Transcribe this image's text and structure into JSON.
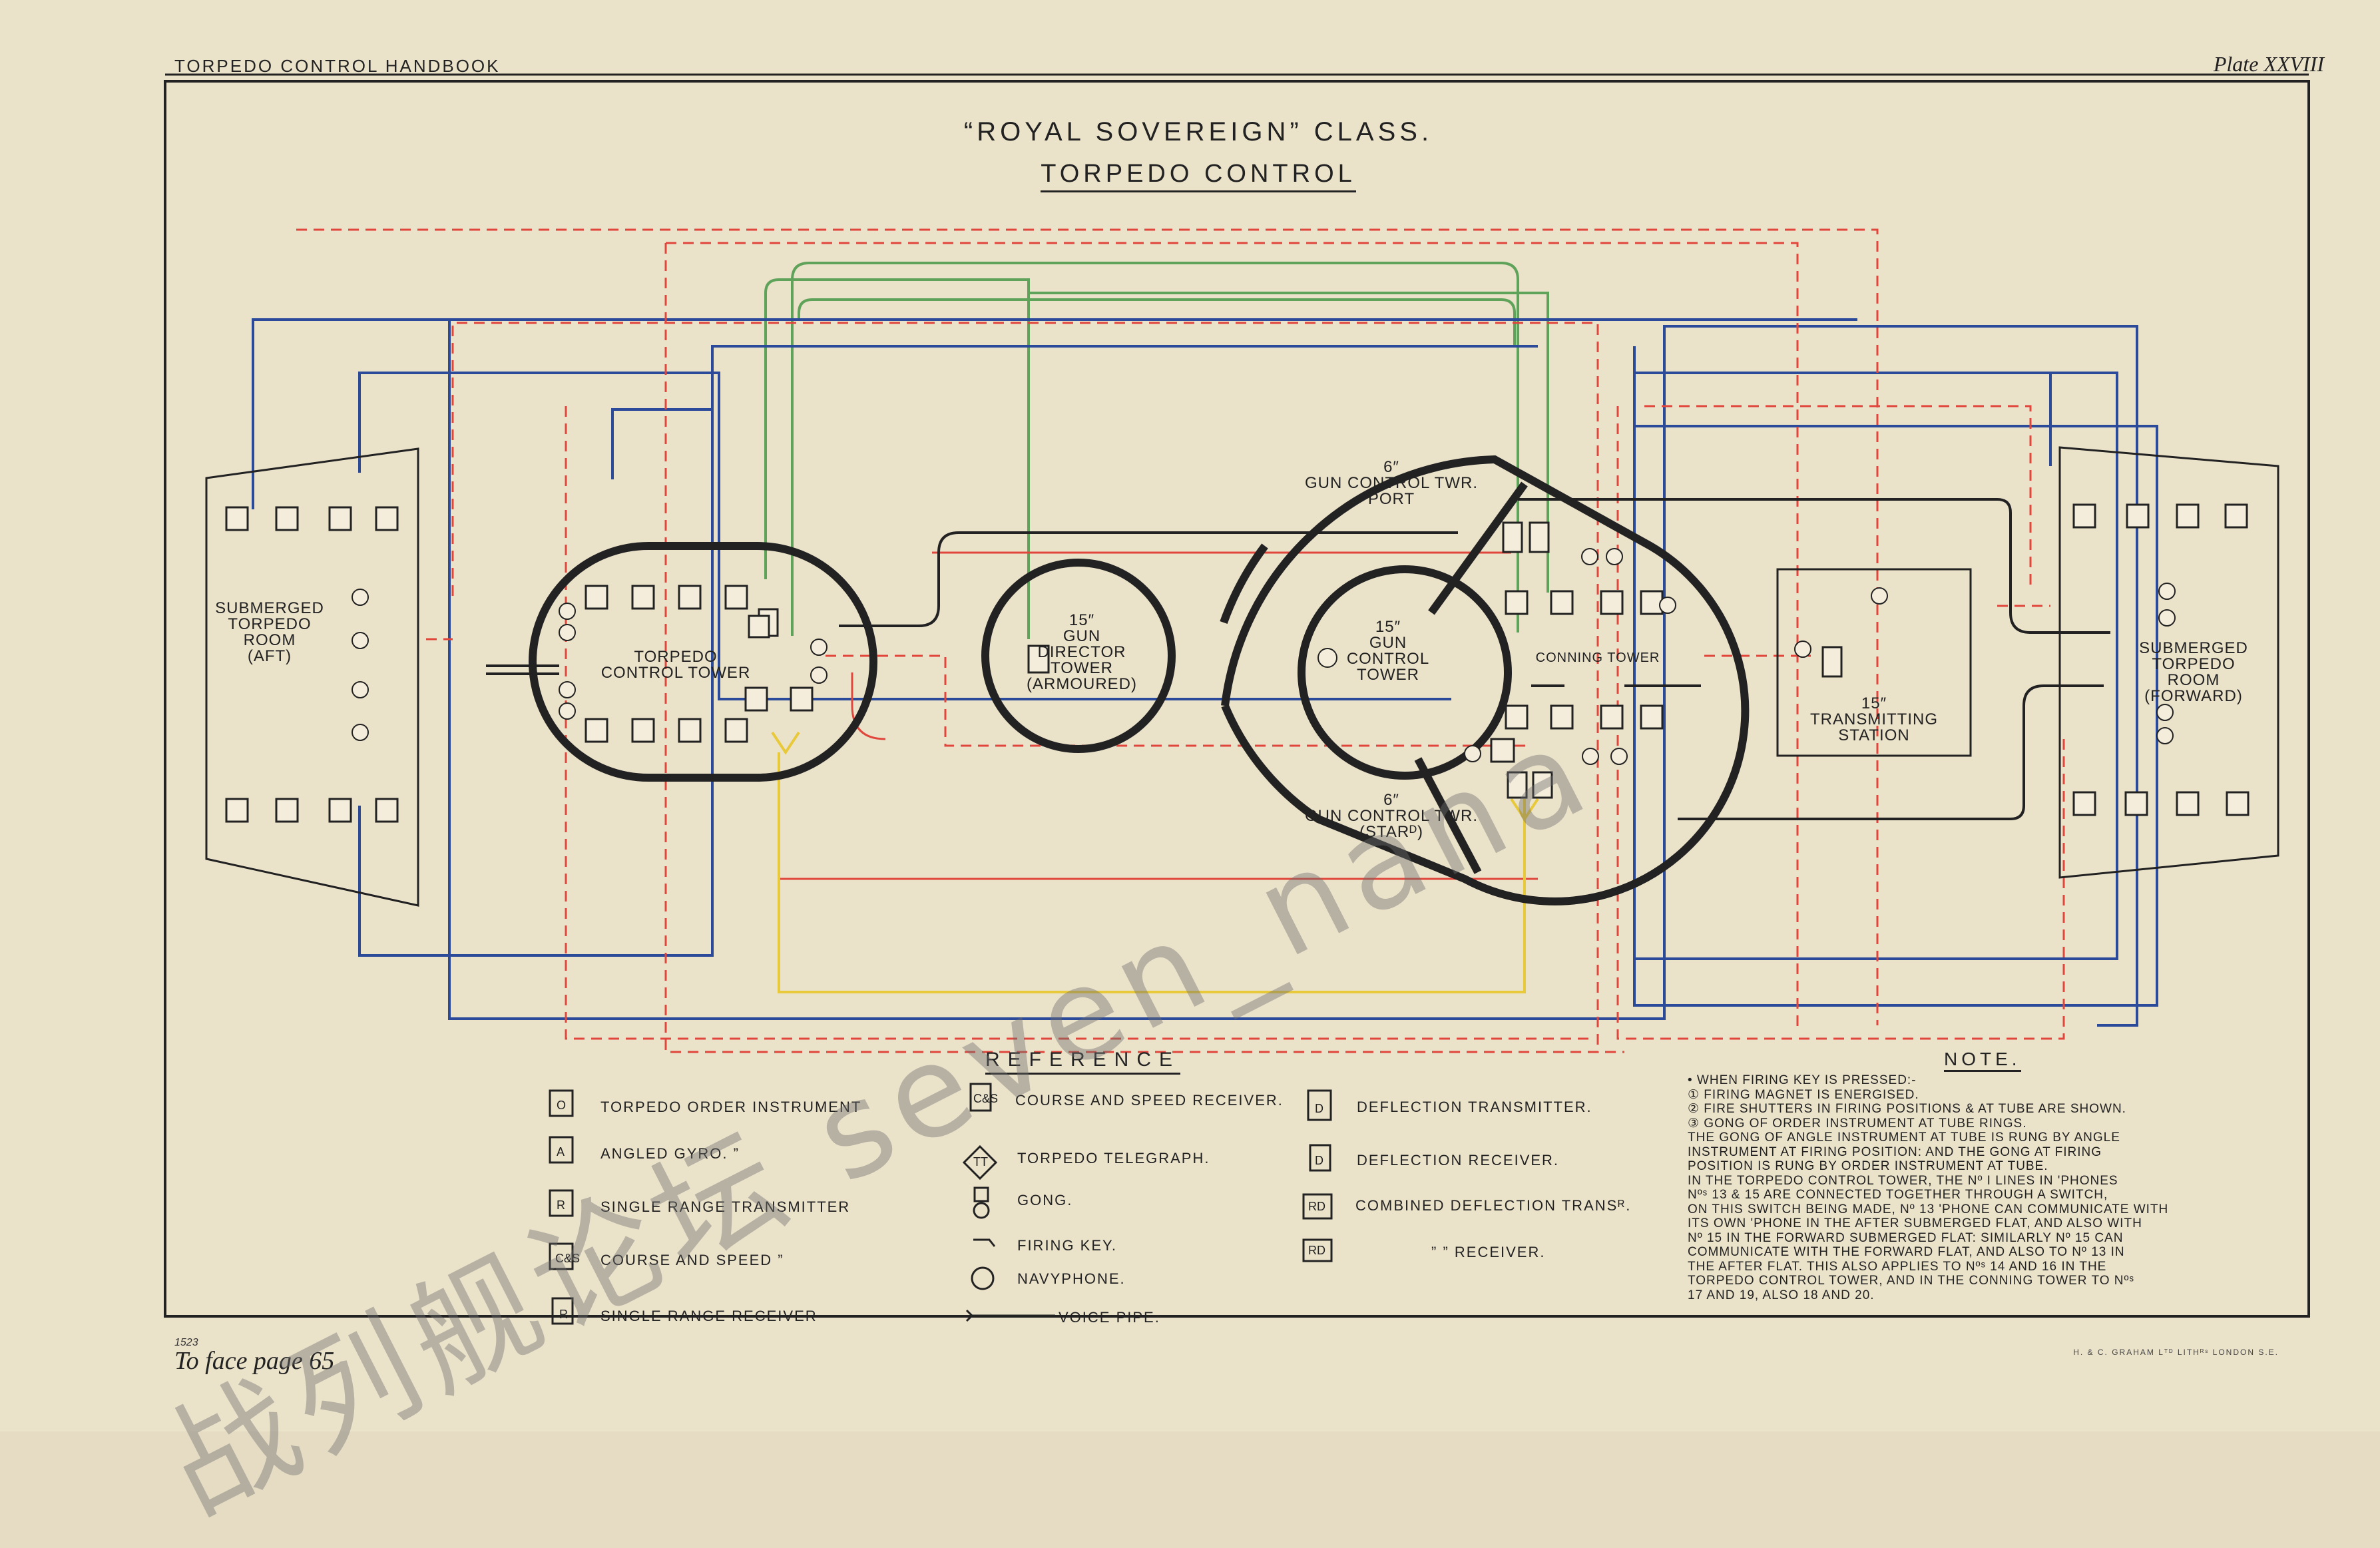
{
  "header": {
    "left": "TORPEDO CONTROL HANDBOOK",
    "right": "Plate XXVIII"
  },
  "title": {
    "line1": "“ROYAL SOVEREIGN” CLASS.",
    "line2": "TORPEDO CONTROL"
  },
  "labels": {
    "sub_aft": "SUBMERGED\nTORPEDO\nROOM\n(AFT)",
    "tct": "TORPEDO\nCONTROL TOWER",
    "director": "15″\nGUN\nDIRECTOR\nTOWER\n(ARMOURED)",
    "gct_port": "6″\nGUN CONTROL TWR.\nPORT",
    "gct15": "15″\nGUN\nCONTROL\nTOWER",
    "conning": "CONNING TOWER",
    "gct_stbd": "6″\nGUN CONTROL TWR.\n(STARᴰ)",
    "ts": "15″\nTRANSMITTING\nSTATION",
    "sub_fwd": "SUBMERGED\nTORPEDO\nROOM\n(FORWARD)"
  },
  "reference": {
    "title": "REFERENCE",
    "items": [
      {
        "sym": "O",
        "text": "TORPEDO ORDER INSTRUMENT"
      },
      {
        "sym": "A",
        "text": "ANGLED GYRO.          ”"
      },
      {
        "sym": "R",
        "text": "SINGLE RANGE TRANSMITTER"
      },
      {
        "sym": "C&S",
        "text": "COURSE AND SPEED      ”"
      },
      {
        "sym": "R",
        "text": "SINGLE RANGE RECEIVER"
      },
      {
        "sym": "C&S",
        "text": "COURSE AND SPEED RECEIVER."
      },
      {
        "sym": "TT",
        "text": "TORPEDO TELEGRAPH."
      },
      {
        "sym": "",
        "text": "GONG."
      },
      {
        "sym": "",
        "text": "FIRING KEY."
      },
      {
        "sym": "",
        "text": "NAVYPHONE."
      },
      {
        "sym": "",
        "text": "VOICE PIPE."
      },
      {
        "sym": "D",
        "text": "DEFLECTION TRANSMITTER."
      },
      {
        "sym": "D",
        "text": "DEFLECTION RECEIVER."
      },
      {
        "sym": "RD",
        "text": "COMBINED DEFLECTION TRANSᴿ."
      },
      {
        "sym": "RD",
        "text": "”              ”           RECEIVER."
      }
    ]
  },
  "note": {
    "title": "NOTE.",
    "text": "• WHEN FIRING KEY IS PRESSED:-\n① FIRING MAGNET IS ENERGISED.\n② FIRE SHUTTERS IN FIRING POSITIONS & AT TUBE ARE SHOWN.\n③ GONG OF ORDER INSTRUMENT AT TUBE RINGS.\n   THE GONG OF ANGLE INSTRUMENT AT TUBE IS RUNG BY ANGLE\nINSTRUMENT AT FIRING POSITION: AND THE GONG AT FIRING\nPOSITION IS RUNG BY ORDER INSTRUMENT AT TUBE.\n   IN THE TORPEDO CONTROL TOWER, THE Nº I LINES IN 'PHONES\nNºˢ 13 & 15 ARE CONNECTED TOGETHER THROUGH A SWITCH,\nON THIS SWITCH BEING MADE, Nº 13 'PHONE CAN COMMUNICATE WITH\nITS OWN 'PHONE IN THE AFTER SUBMERGED FLAT, AND ALSO WITH\nNº 15 IN THE FORWARD SUBMERGED FLAT: SIMILARLY Nº 15 CAN\nCOMMUNICATE WITH THE FORWARD FLAT, AND ALSO TO Nº 13 IN\nTHE AFTER FLAT. THIS ALSO APPLIES TO Nºˢ 14 AND 16 IN THE\nTORPEDO CONTROL TOWER, AND IN THE CONNING TOWER TO Nºˢ\n17 AND 19, ALSO 18 AND 20."
  },
  "footer": {
    "face": "To face page 65",
    "num": "1523",
    "imprint": "H. & C. GRAHAM Lᵀᴰ LITHᴿˢ LONDON S.E."
  },
  "watermark": "战列舰论坛  seven_nana",
  "colors": {
    "blue": "#2b4b9a",
    "red": "#e0463c",
    "green": "#5fa35a",
    "yellow": "#e8c93a",
    "black": "#222222"
  }
}
